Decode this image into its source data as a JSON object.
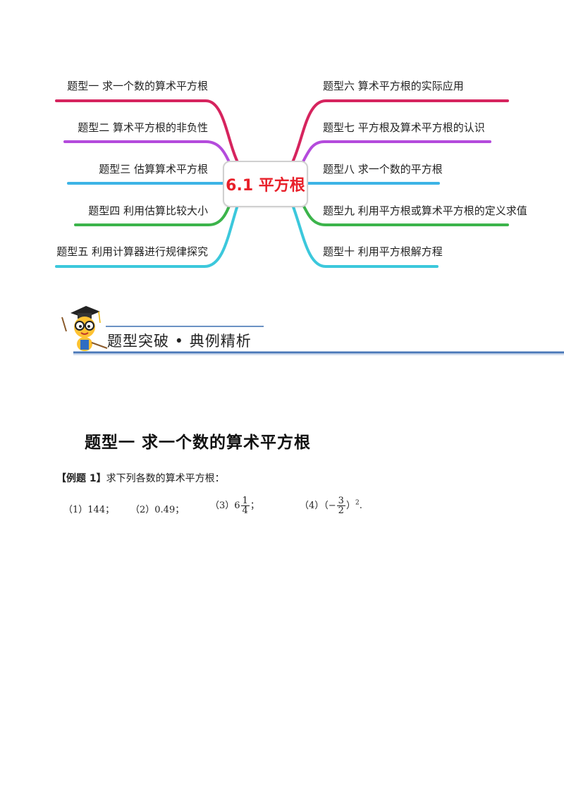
{
  "mindmap": {
    "center_title": "6.1 平方根",
    "left_branches": [
      {
        "label": "题型一  求一个数的算术平方根",
        "color": "#d6245e"
      },
      {
        "label": "题型二  算术平方根的非负性",
        "color": "#b44bdc"
      },
      {
        "label": "题型三  估算算术平方根",
        "color": "#3cb4e6"
      },
      {
        "label": "题型四  利用估算比较大小",
        "color": "#3cb44b"
      },
      {
        "label": "题型五  利用计算器进行规律探究",
        "color": "#3cc8dc"
      }
    ],
    "right_branches": [
      {
        "label": "题型六  算术平方根的实际应用",
        "color": "#d6245e"
      },
      {
        "label": "题型七  平方根及算术平方根的认识",
        "color": "#b44bdc"
      },
      {
        "label": "题型八  求一个数的平方根",
        "color": "#3cb4e6"
      },
      {
        "label": "题型九  利用平方根或算术平方根的定义求值",
        "color": "#3cb44b"
      },
      {
        "label": "题型十  利用平方根解方程",
        "color": "#3cc8dc"
      }
    ]
  },
  "banner": {
    "title": "题型突破 • 典例精析",
    "mascot": "owl-graduate-icon"
  },
  "section": {
    "heading": "题型一    求一个数的算术平方根"
  },
  "example": {
    "tag": "【例题 1】",
    "prompt": "求下列各数的算术平方根：",
    "items": {
      "i1": "（1）144；",
      "i2": "（2）0.49；",
      "i3_prefix": "（3）6",
      "i3_num": "1",
      "i3_den": "4",
      "i3_suffix": "；",
      "i4_prefix": "（4）（−",
      "i4_num": "3",
      "i4_den": "2",
      "i4_suffix": "）",
      "i4_exp": "2",
      "i4_end": "."
    }
  }
}
